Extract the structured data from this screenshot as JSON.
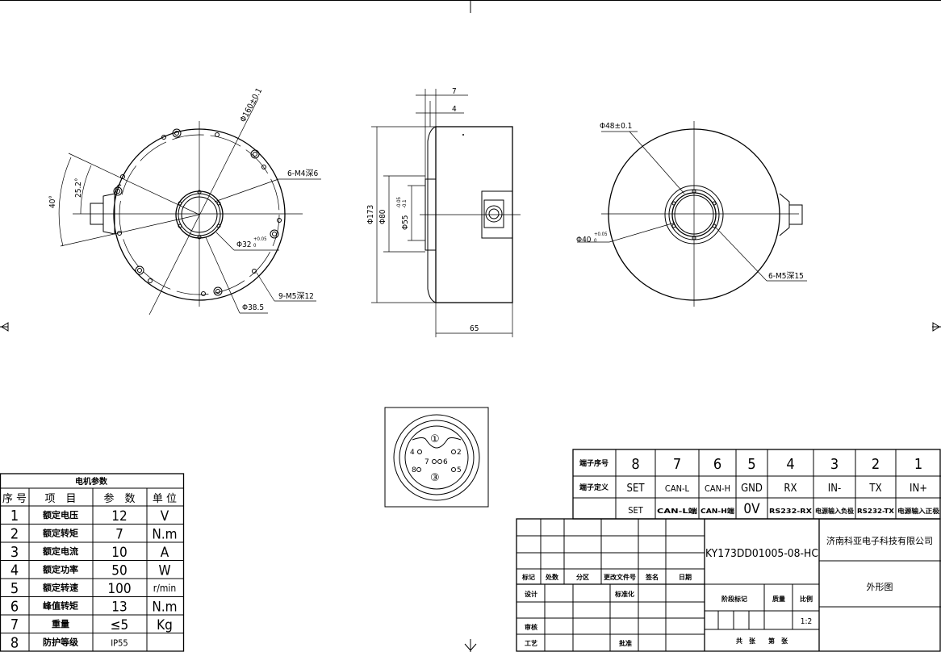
{
  "front_view": {
    "dims": {
      "outer_dia": "Φ160±0.1",
      "tapped_holes_m4": "6-M4深6",
      "bore_dia": "Φ32",
      "bore_tol_upper": "+0.05",
      "bore_tol_lower": "0",
      "pilot_dia": "Φ38.5",
      "tapped_holes_m5": "9-M5深12",
      "angle_inner": "25.2°",
      "angle_outer": "40°"
    }
  },
  "side_view": {
    "dims": {
      "flange_7": "7",
      "flange_4": "4",
      "body_dia": "Φ173",
      "hub_dia": "Φ80",
      "shaft_dia": "Φ55",
      "shaft_tol_upper": "-0.05",
      "shaft_tol_lower": "-0.1",
      "length": "65"
    }
  },
  "rear_view": {
    "dims": {
      "ring_dia": "Φ48±0.1",
      "bore_dia": "Φ40",
      "bore_tol_upper": "+0.05",
      "bore_tol_lower": "0",
      "tapped_holes": "6-M5深15"
    }
  },
  "connector_detail": {
    "pins": [
      "①",
      "2",
      "③",
      "4",
      "5",
      "6",
      "7",
      "8"
    ]
  },
  "motor_params": {
    "title": "电机参数",
    "headers": [
      "序 号",
      "项　目",
      "参　数",
      "单 位"
    ],
    "rows": [
      {
        "no": "1",
        "item": "额定电压",
        "value": "12",
        "unit": "V"
      },
      {
        "no": "2",
        "item": "额定转矩",
        "value": "7",
        "unit": "N.m"
      },
      {
        "no": "3",
        "item": "额定电流",
        "value": "10",
        "unit": "A"
      },
      {
        "no": "4",
        "item": "额定功率",
        "value": "50",
        "unit": "W"
      },
      {
        "no": "5",
        "item": "额定转速",
        "value": "100",
        "unit": "r/min"
      },
      {
        "no": "6",
        "item": "峰值转矩",
        "value": "13",
        "unit": "N.m"
      },
      {
        "no": "7",
        "item": "重量",
        "value": "≤5",
        "unit": "Kg"
      },
      {
        "no": "8",
        "item": "防护等级",
        "value": "IP55",
        "unit": ""
      }
    ]
  },
  "terminal_table": {
    "row_labels": [
      "端子序号",
      "端子定义"
    ],
    "columns": [
      {
        "no": "8",
        "def": "SET",
        "desc": "SET"
      },
      {
        "no": "7",
        "def": "CAN-L",
        "desc": "CAN-L端"
      },
      {
        "no": "6",
        "def": "CAN-H",
        "desc": "CAN-H端"
      },
      {
        "no": "5",
        "def": "GND",
        "desc": "0V"
      },
      {
        "no": "4",
        "def": "RX",
        "desc": "RS232-RX"
      },
      {
        "no": "3",
        "def": "IN-",
        "desc": "电源输入负极"
      },
      {
        "no": "2",
        "def": "TX",
        "desc": "RS232-TX"
      },
      {
        "no": "1",
        "def": "IN+",
        "desc": "电源输入正极"
      }
    ]
  },
  "title_block": {
    "revision_headers": [
      "标记",
      "处数",
      "分区",
      "更改文件号",
      "签名",
      "日期"
    ],
    "design": "设计",
    "standardization": "标准化",
    "review": "审核",
    "process": "工艺",
    "approve": "批准",
    "drawing_number": "KY173DD01005-08-HC",
    "company": "济南科亚电子科技有限公司",
    "drawing_name": "外形图",
    "stage_mark": "阶段标记",
    "mass": "质量",
    "scale_label": "比例",
    "scale": "1:2",
    "sheets": "共　张　　第　张"
  }
}
